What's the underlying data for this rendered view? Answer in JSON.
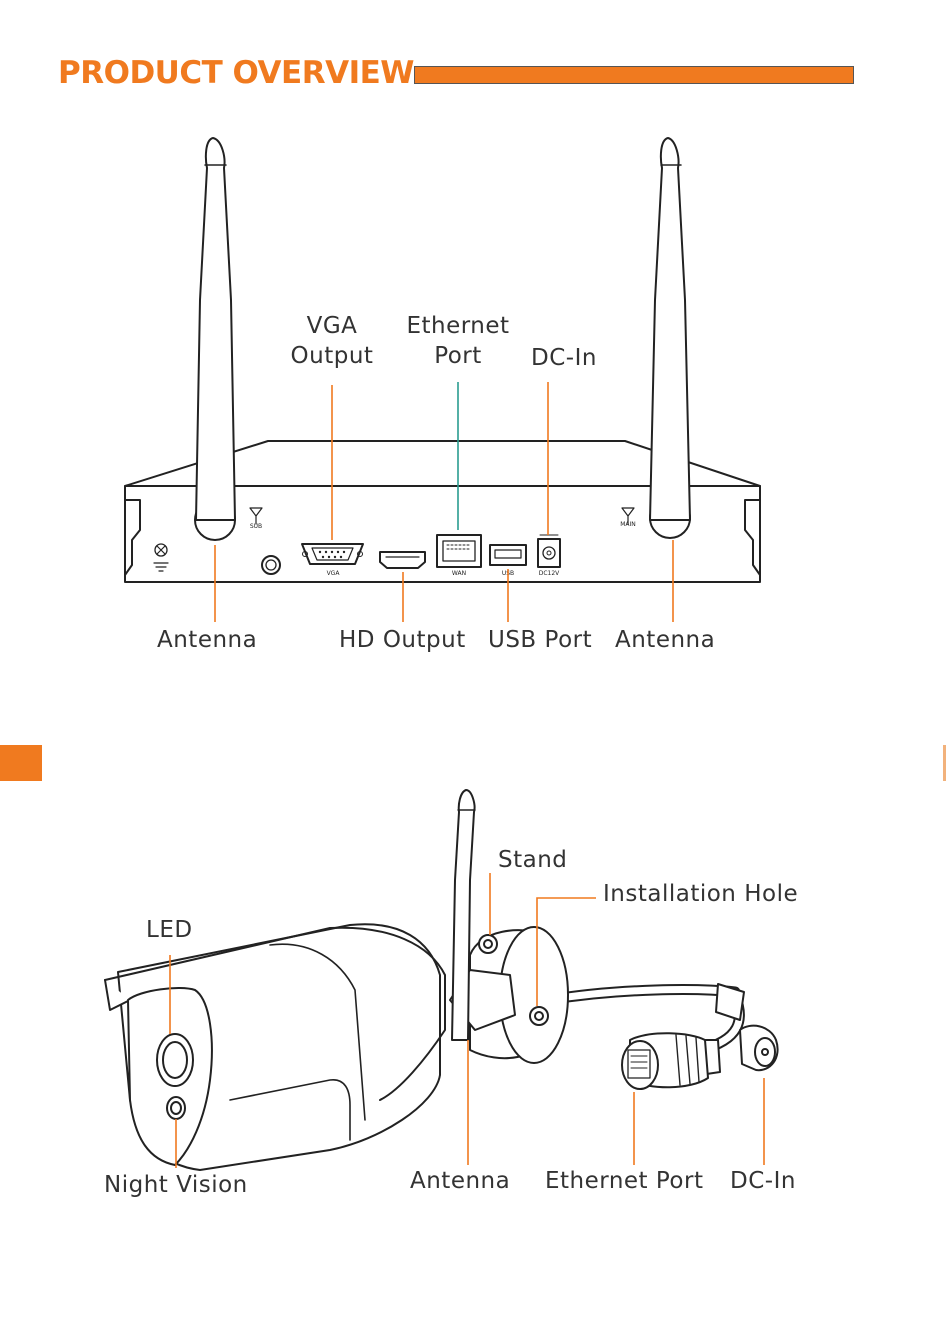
{
  "heading": "PRODUCT OVERVIEW",
  "accent_color": "#f07a1f",
  "nvr": {
    "labels": {
      "vga_output": "VGA\nOutput",
      "ethernet_port": "Ethernet\nPort",
      "dc_in": "DC-In",
      "antenna_left": "Antenna",
      "hd_output": "HD Output",
      "usb_port": "USB Port",
      "antenna_right": "Antenna"
    },
    "panel_markings": {
      "sub": "SUB",
      "main": "MAIN",
      "vga": "VGA",
      "wan": "WAN",
      "usb": "USB",
      "dc12v": "DC12V"
    }
  },
  "camera": {
    "labels": {
      "stand": "Stand",
      "installation_hole": "Installation Hole",
      "led": "LED",
      "night_vision": "Night Vision",
      "antenna": "Antenna",
      "ethernet_port": "Ethernet Port",
      "dc_in": "DC-In"
    }
  }
}
